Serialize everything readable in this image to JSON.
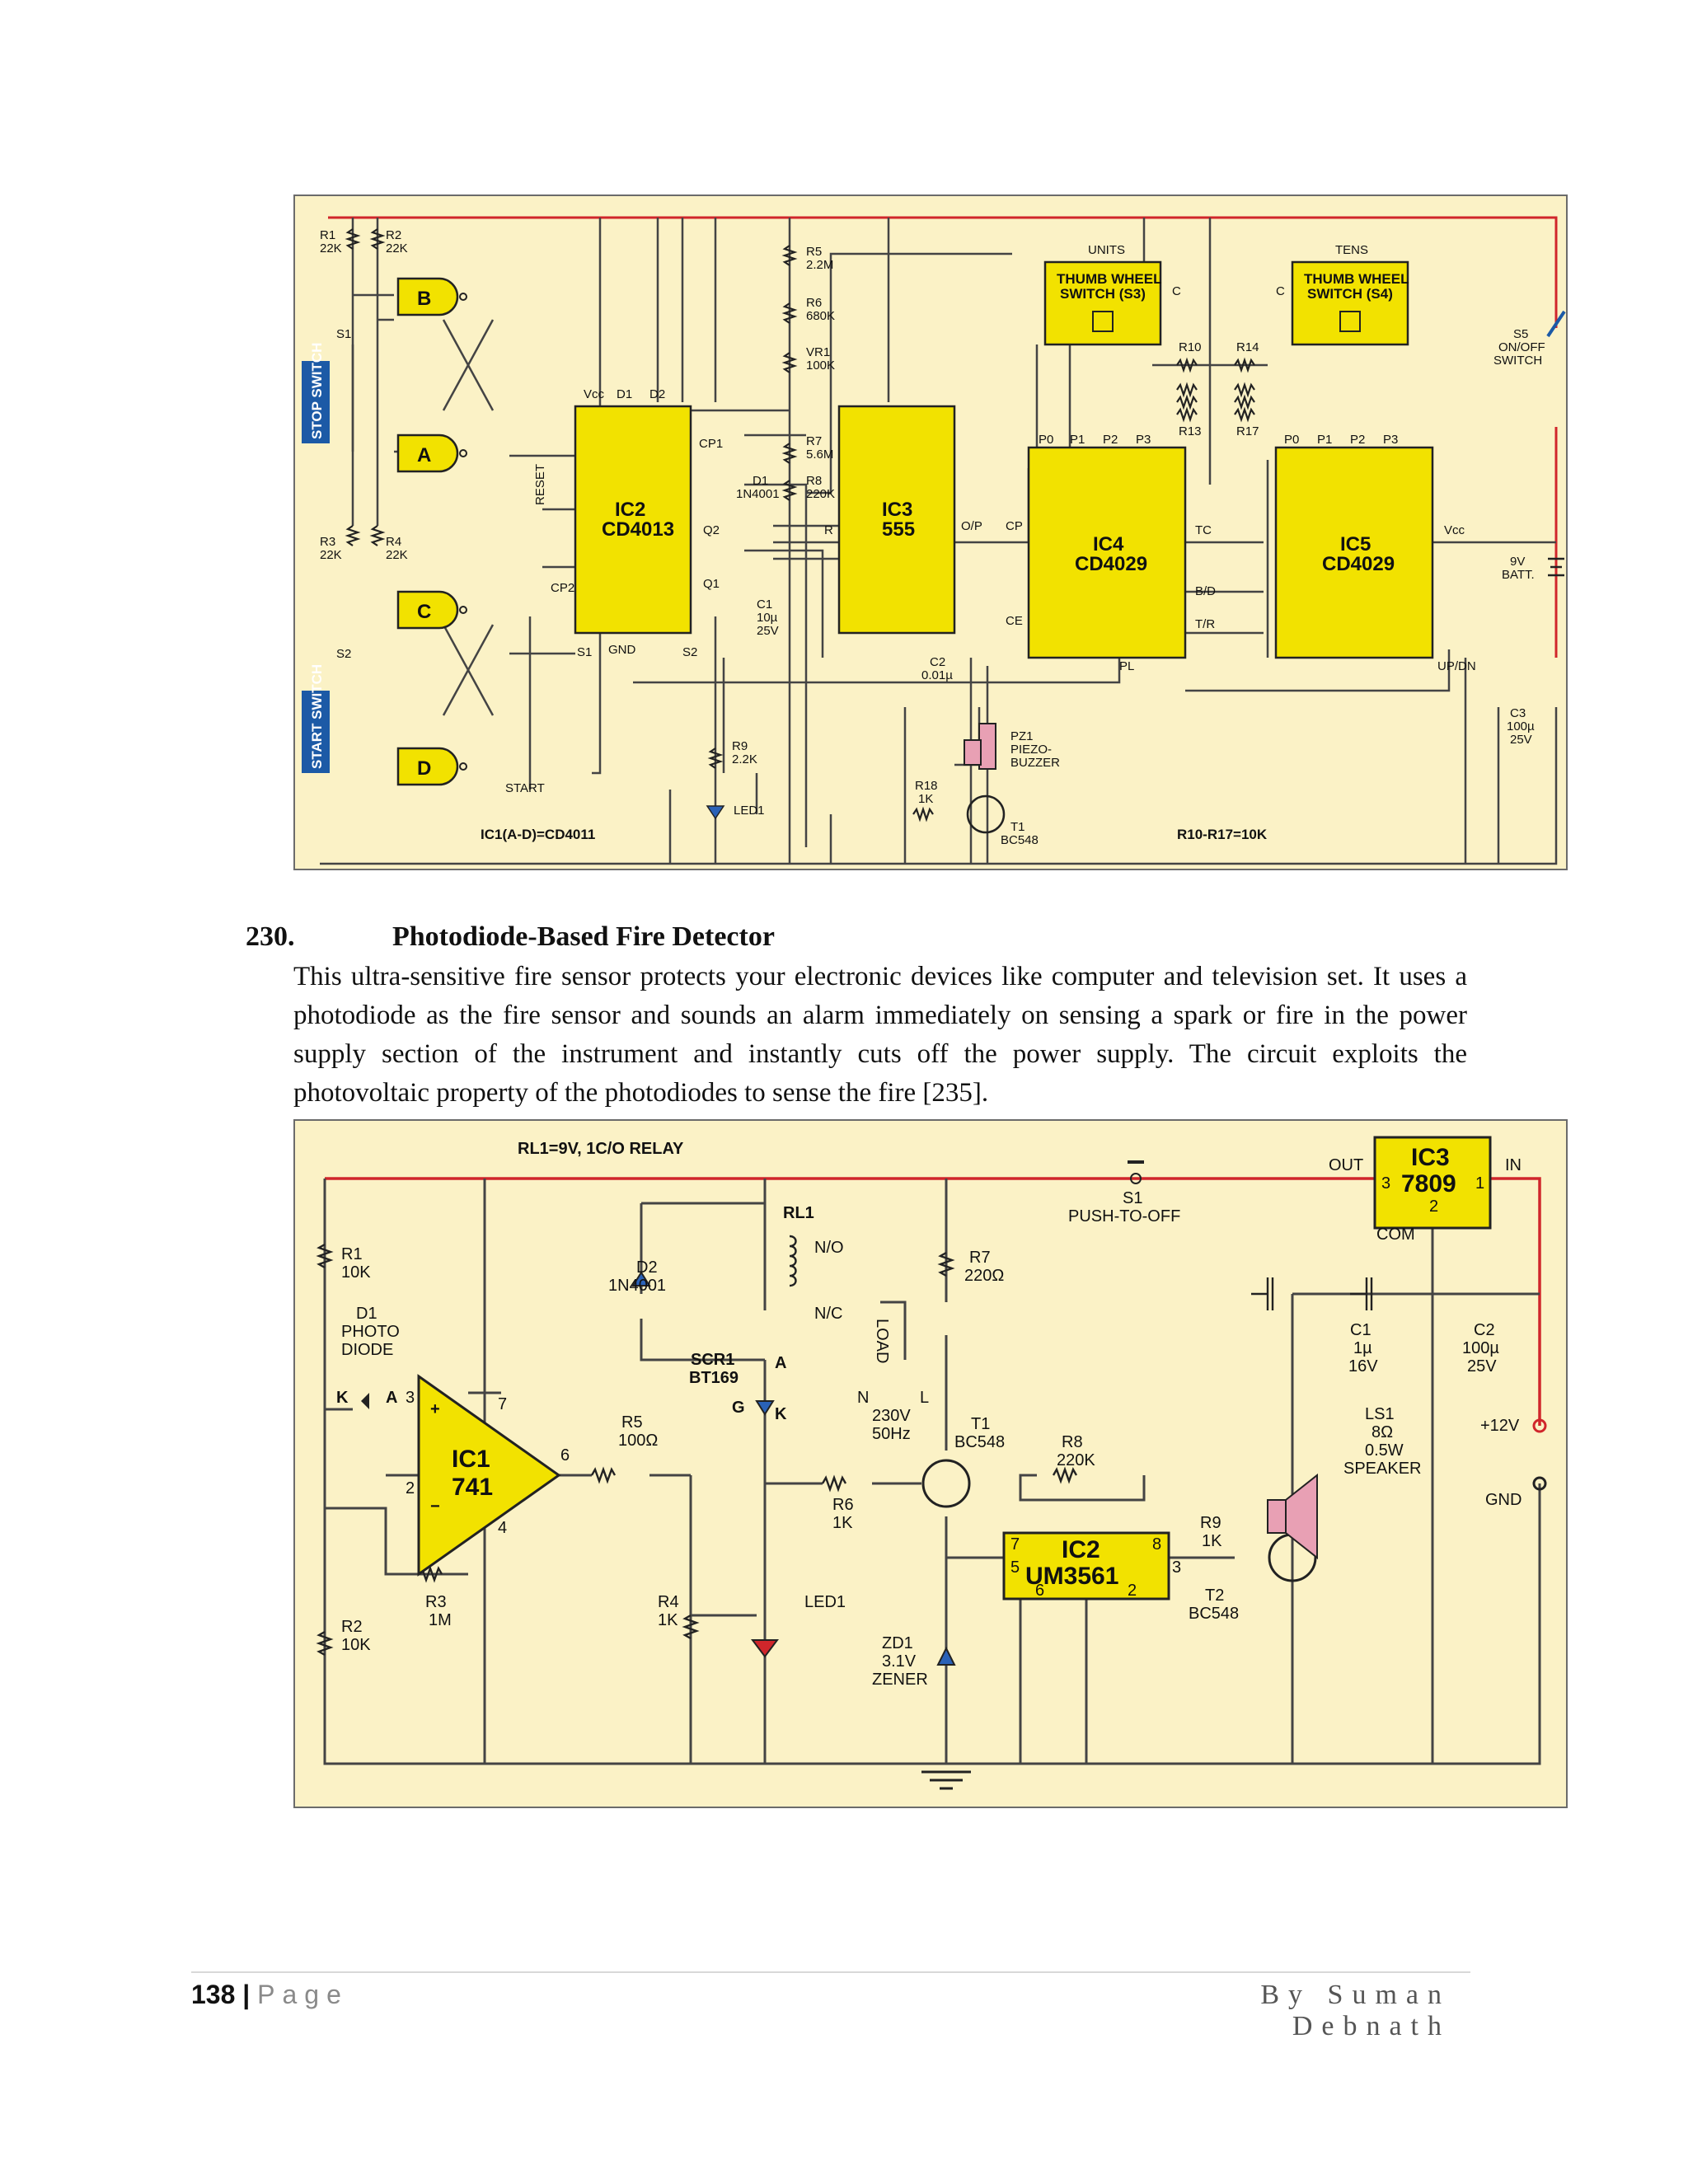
{
  "circuit1": {
    "labels": {
      "r1": "R1",
      "r1v": "22K",
      "r2": "R2",
      "r2v": "22K",
      "r3": "R3",
      "r3v": "22K",
      "r4": "R4",
      "r4v": "22K",
      "gateB": "B",
      "gateA": "A",
      "gateC": "C",
      "gateD": "D",
      "s1": "S1",
      "s2": "S2",
      "stop_switch": "STOP SWITCH",
      "start_switch": "START SWITCH",
      "reset": "RESET",
      "start": "START",
      "ic1_note": "IC1(A-D)=CD4011",
      "ic2_name": "IC2",
      "ic2_part": "CD4013",
      "ic3_name": "IC3",
      "ic3_part": "555",
      "ic4_name": "IC4",
      "ic4_part": "CD4029",
      "ic5_name": "IC5",
      "ic5_part": "CD4029",
      "vcc": "Vcc",
      "d1": "D1",
      "d2": "D2",
      "cp1": "CP1",
      "cp2": "CP2",
      "q1": "Q1",
      "q2": "Q2",
      "s1pin": "S1",
      "s2pin": "S2",
      "gnd": "GND",
      "r": "R",
      "r5": "R5",
      "r5v": "2.2M",
      "r6": "R6",
      "r6v": "680K",
      "vr1": "VR1",
      "vr1v": "100K",
      "r7": "R7",
      "r7v": "5.6M",
      "r8": "R8",
      "r8v": "220K",
      "diode1": "D1",
      "diode1v": "1N4001",
      "c1": "C1",
      "c1v1": "10µ",
      "c1v2": "25V",
      "c2": "C2",
      "c2v": "0.01µ",
      "op": "O/P",
      "cp": "CP",
      "ce": "CE",
      "tc": "TC",
      "pl": "PL",
      "bd": "B/D",
      "tr": "T/R",
      "updn": "UP/DN",
      "units": "UNITS",
      "tens": "TENS",
      "tw_line1": "THUMB WHEEL",
      "tw3": "SWITCH (S3)",
      "tw4": "SWITCH (S4)",
      "c_label": "C",
      "r10": "R10",
      "r13": "R13",
      "r14": "R14",
      "r17": "R17",
      "p0": "P0",
      "p1": "P1",
      "p2": "P2",
      "p3": "P3",
      "s5": "S5",
      "s5a": "ON/OFF",
      "s5b": "SWITCH",
      "batt1": "9V",
      "batt2": "BATT.",
      "c3": "C3",
      "c3v1": "100µ",
      "c3v2": "25V",
      "r9": "R9",
      "r9v": "2.2K",
      "led1": "LED1",
      "r18": "R18",
      "r18v": "1K",
      "t1": "T1",
      "t1v": "BC548",
      "pz1": "PZ1",
      "pz1a": "PIEZO-",
      "pz1b": "BUZZER",
      "rnote": "R10-R17=10K"
    }
  },
  "section": {
    "number": "230.",
    "title": "Photodiode-Based Fire Detector",
    "body": "This ultra-sensitive fire sensor protects your electronic devices like computer and television set. It uses a photodiode as the fire sensor and sounds an alarm immediately on sensing a spark or fire in the power supply section of the instrument and instantly cuts off the power supply. The circuit exploits the photovoltaic property of the photodiodes to sense the fire [235]."
  },
  "circuit2": {
    "labels": {
      "relay_note": "RL1=9V, 1C/O RELAY",
      "r1": "R1",
      "r1v": "10K",
      "d1": "D1",
      "photo": "PHOTO",
      "diode": "DIODE",
      "k": "K",
      "a": "A",
      "pin3": "3",
      "pin2": "2",
      "pin7": "7",
      "pin4": "4",
      "pin6": "6",
      "plus": "+",
      "minus": "−",
      "ic1": "IC1",
      "ic1v": "741",
      "r2": "R2",
      "r2v": "10K",
      "r3": "R3",
      "r3v": "1M",
      "d2": "D2",
      "d2v": "1N4001",
      "rl1": "RL1",
      "no": "N/O",
      "nc": "N/C",
      "load": "LOAD",
      "n": "N",
      "l": "L",
      "mains1": "230V",
      "mains2": "50Hz",
      "scr1": "SCR1",
      "scr1v": "BT169",
      "g": "G",
      "r5": "R5",
      "r5v": "100Ω",
      "r4": "R4",
      "r4v": "1K",
      "led1": "LED1",
      "r6": "R6",
      "r6v": "1K",
      "r7": "R7",
      "r7v": "220Ω",
      "t1": "T1",
      "t1v": "BC548",
      "zd1": "ZD1",
      "zd1v": "3.1V",
      "zener": "ZENER",
      "r8": "R8",
      "r8v": "220K",
      "ic2": "IC2",
      "ic2v": "UM3561",
      "pin5": "5",
      "pin8": "8",
      "pin1": "1",
      "r9": "R9",
      "r9v": "1K",
      "t2": "T2",
      "t2v": "BC548",
      "s1": "S1",
      "s1v": "PUSH-TO-OFF",
      "out": "OUT",
      "in": "IN",
      "com": "COM",
      "ic3": "IC3",
      "ic3v": "7809",
      "c1": "C1",
      "c1v1": "1µ",
      "c1v2": "16V",
      "c2": "C2",
      "c2v1": "100µ",
      "c2v2": "25V",
      "ls1": "LS1",
      "ls1a": "8Ω",
      "ls1b": "0.5W",
      "ls1c": "SPEAKER",
      "v12": "+12V",
      "gnd": "GND"
    }
  },
  "footer": {
    "page_number": "138",
    "separator": "|",
    "page_word": "Page",
    "author": "By Suman Debnath"
  },
  "colors": {
    "wire": "#444444",
    "rail": "#d0262b",
    "ic_fill": "#f2e200",
    "panel": "#fbf2c6",
    "tag": "#1c5aa6"
  }
}
